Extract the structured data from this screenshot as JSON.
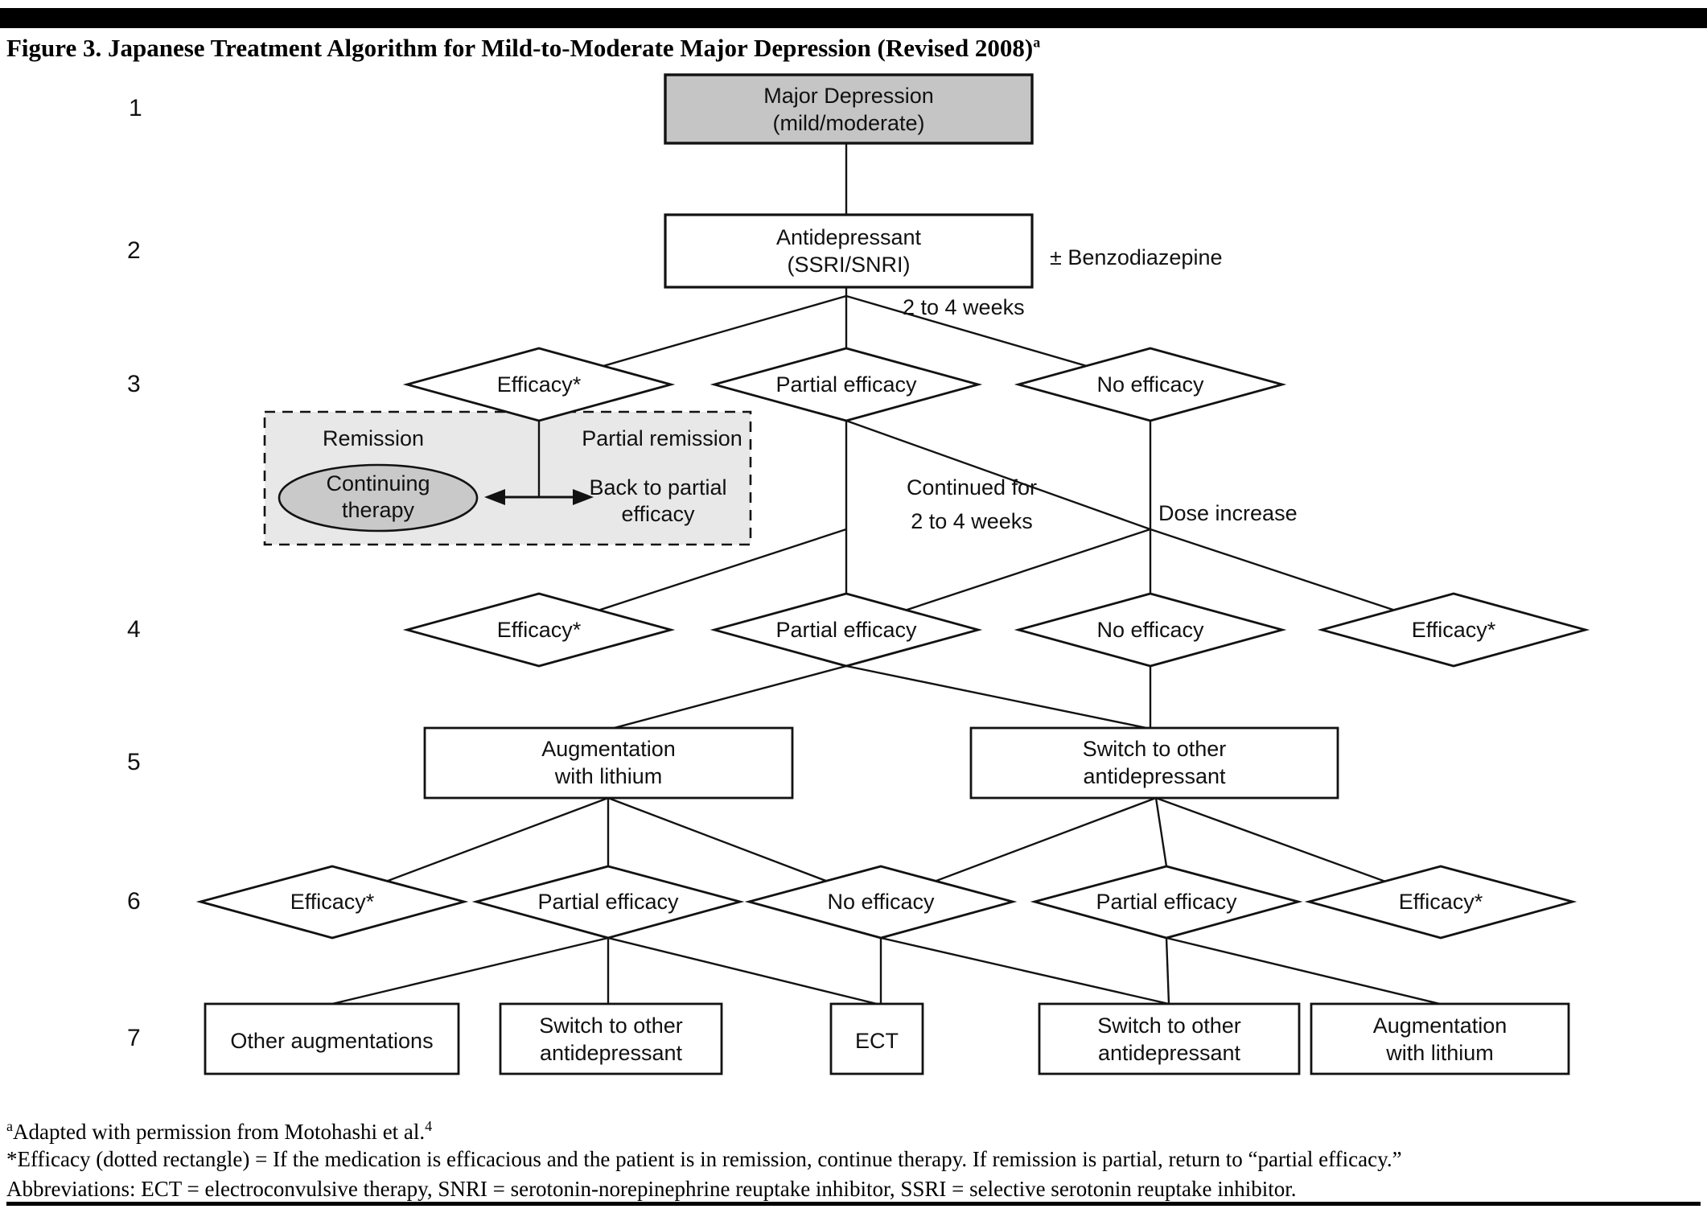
{
  "figure": {
    "title_prefix": "Figure 3. Japanese Treatment Algorithm for Mild-to-Moderate Major Depression (Revised 2008)",
    "title_superscript": "a"
  },
  "row_numbers": [
    "1",
    "2",
    "3",
    "4",
    "5",
    "6",
    "7"
  ],
  "nodes": {
    "major_depression": {
      "lines": [
        "Major Depression",
        "(mild/moderate)"
      ]
    },
    "antidepressant": {
      "lines": [
        "Antidepressant",
        "(SSRI/SNRI)"
      ]
    },
    "efficacy_r3": {
      "label": "Efficacy*"
    },
    "partial_efficacy_r3": {
      "label": "Partial efficacy"
    },
    "no_efficacy_r3": {
      "label": "No efficacy"
    },
    "efficacy_r4_left": {
      "label": "Efficacy*"
    },
    "partial_efficacy_r4": {
      "label": "Partial efficacy"
    },
    "no_efficacy_r4": {
      "label": "No efficacy"
    },
    "efficacy_r4_right": {
      "label": "Efficacy*"
    },
    "augmentation_lithium_r5": {
      "lines": [
        "Augmentation",
        "with lithium"
      ]
    },
    "switch_antidepressant_r5": {
      "lines": [
        "Switch to other",
        "antidepressant"
      ]
    },
    "efficacy_r6_left": {
      "label": "Efficacy*"
    },
    "partial_efficacy_r6_left": {
      "label": "Partial efficacy"
    },
    "no_efficacy_r6": {
      "label": "No efficacy"
    },
    "partial_efficacy_r6_right": {
      "label": "Partial efficacy"
    },
    "efficacy_r6_right": {
      "label": "Efficacy*"
    },
    "other_augmentations": {
      "lines": [
        "Other augmentations"
      ]
    },
    "switch_antidepressant_r7_left": {
      "lines": [
        "Switch to other",
        "antidepressant"
      ]
    },
    "ect": {
      "lines": [
        "ECT"
      ]
    },
    "switch_antidepressant_r7_right": {
      "lines": [
        "Switch to other",
        "antidepressant"
      ]
    },
    "augmentation_lithium_r7": {
      "lines": [
        "Augmentation",
        "with lithium"
      ]
    }
  },
  "edge_labels": {
    "benzodiazepine": "± Benzodiazepine",
    "weeks_2_4": "2 to 4 weeks",
    "continued": {
      "lines": [
        "Continued for",
        "2 to 4 weeks"
      ]
    },
    "dose_increase": "Dose increase"
  },
  "remission_panel": {
    "remission": "Remission",
    "partial_remission": "Partial remission",
    "continuing_therapy": {
      "lines": [
        "Continuing",
        "therapy"
      ]
    },
    "back_to_partial": {
      "lines": [
        "Back to partial",
        "efficacy"
      ]
    }
  },
  "footnotes": {
    "adapted_sup": "a",
    "adapted_text": "Adapted with permission from Motohashi et al.",
    "adapted_ref": "4",
    "efficacy_note": "*Efficacy (dotted rectangle) = If the medication is efficacious and the patient is in remission, continue therapy. If remission is partial, return to “partial efficacy.”",
    "abbreviations": "Abbreviations: ECT = electroconvulsive therapy, SNRI = serotonin-norepinephrine reuptake inhibitor, SSRI = selective serotonin reuptake inhibitor."
  },
  "colors": {
    "start_node_gray": "#c5c5c5",
    "panel_gray": "#e8e8e8",
    "ellipse_gray": "#c9c9c9",
    "line_color": "#121212"
  }
}
